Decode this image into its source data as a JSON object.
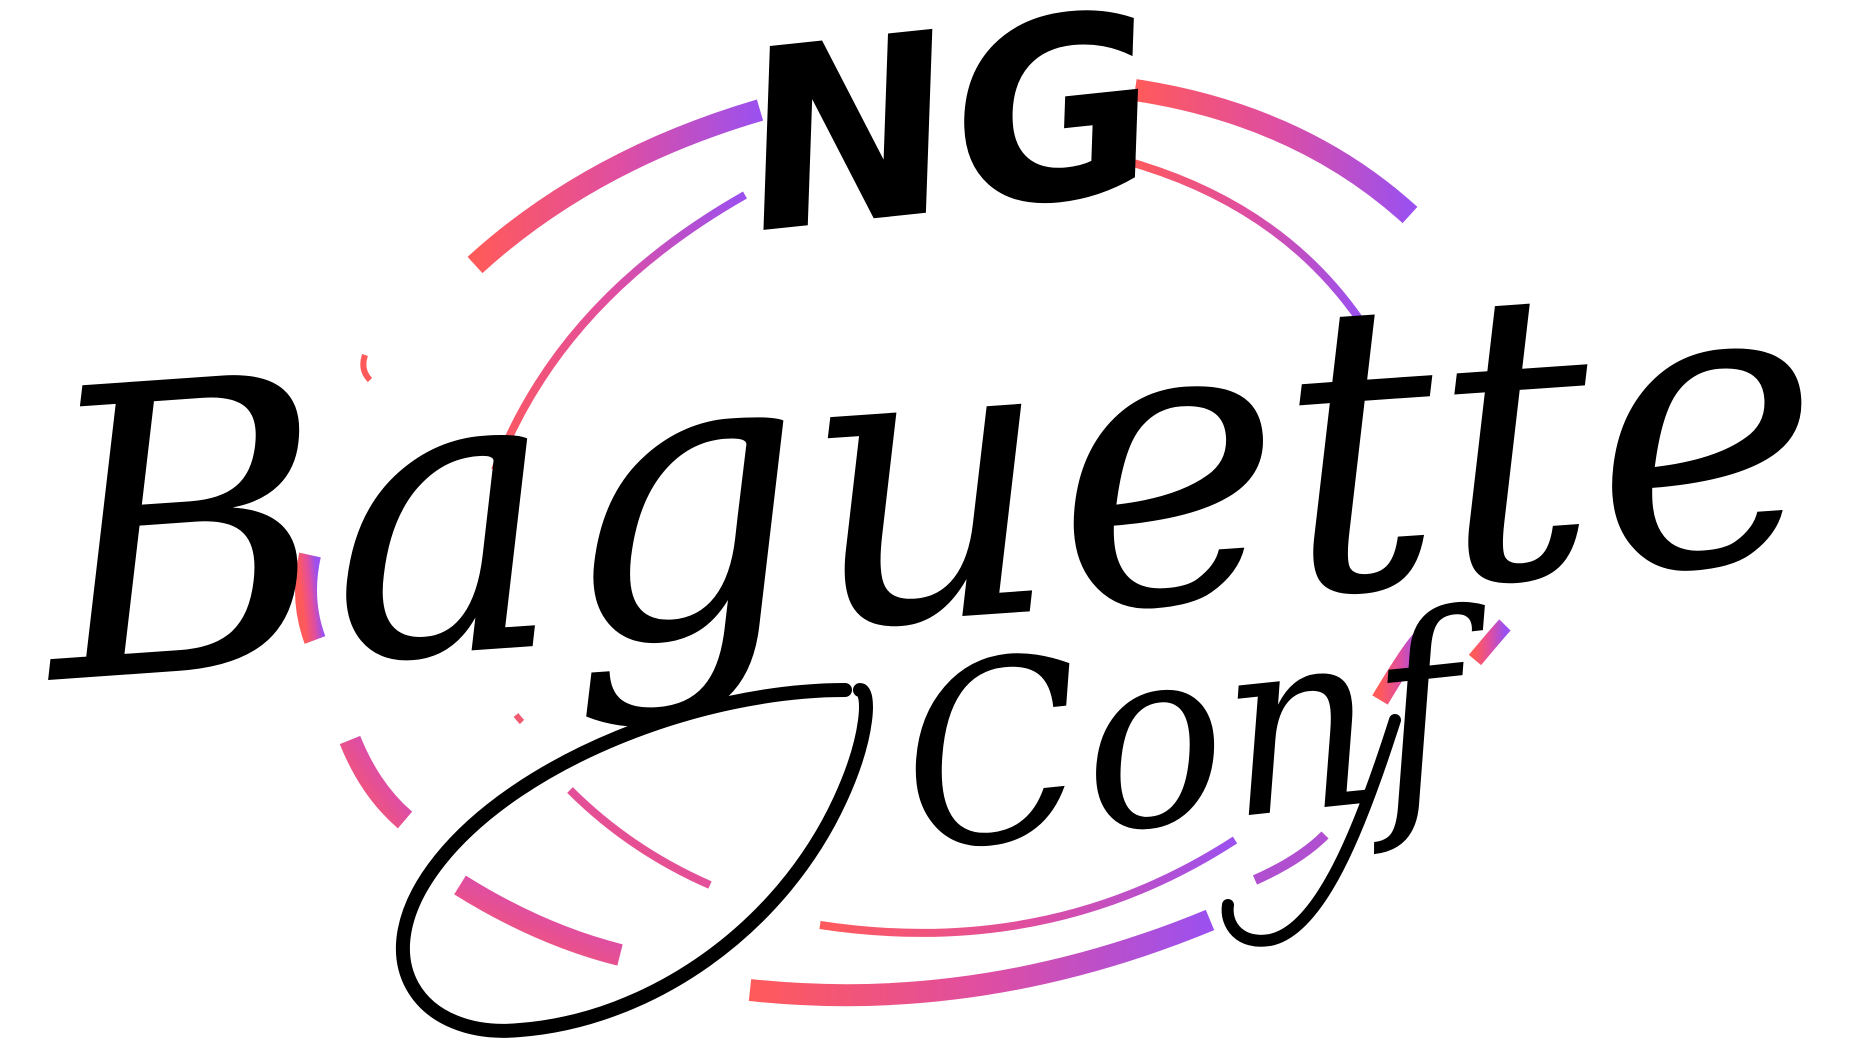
{
  "logo": {
    "line1": "NG",
    "line2": "Baguette",
    "line3": "Conf"
  },
  "colors": {
    "text": "#000000",
    "arc_start": "#ff5a5a",
    "arc_mid": "#e04ea0",
    "arc_end": "#9b50ef",
    "background": "#ffffff"
  }
}
